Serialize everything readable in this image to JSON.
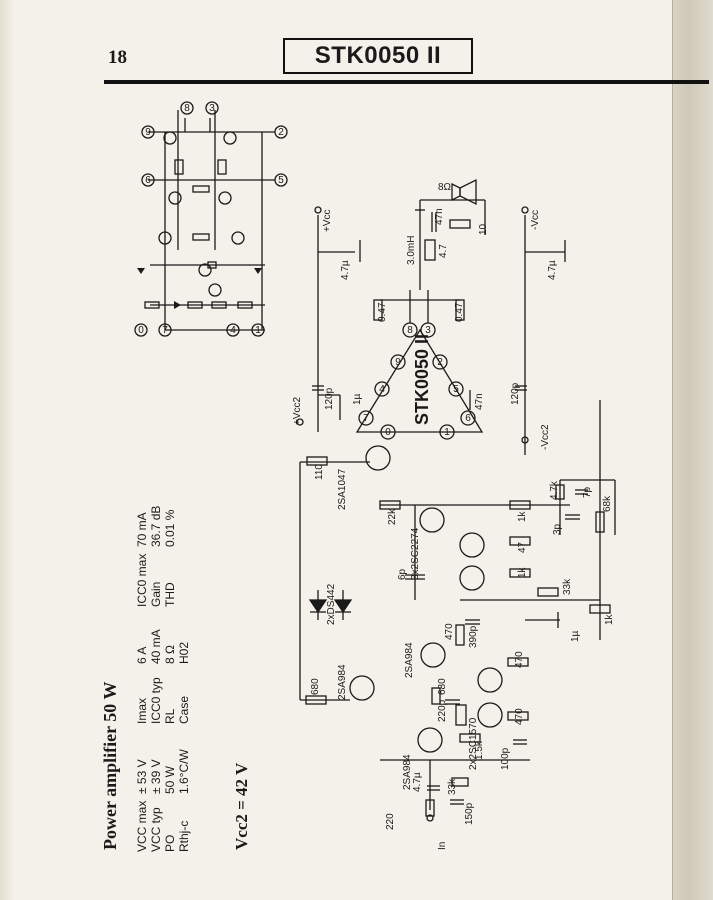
{
  "page": {
    "number": "18",
    "title": "STK0050 II"
  },
  "heading": "Power amplifier  50 W",
  "specs": [
    {
      "label": "VCC max",
      "value": "± 53 V"
    },
    {
      "label": "VCC typ",
      "value": "± 39 V"
    },
    {
      "label": "PO",
      "value": "50 W"
    },
    {
      "label": "Rthj-c",
      "value": "1.6°C/W"
    },
    {
      "label": "Imax",
      "value": "6 A"
    },
    {
      "label": "ICC0 typ",
      "value": "40 mA"
    },
    {
      "label": "RL",
      "value": "8 Ω"
    },
    {
      "label": "Case",
      "value": "H02"
    },
    {
      "label": "ICC0 max",
      "value": "70 mA"
    },
    {
      "label": "Gain",
      "value": "36.7 dB"
    },
    {
      "label": "THD",
      "value": "0.01 %"
    }
  ],
  "vcc2_note": "Vcc2 = 42 V",
  "schematic": {
    "ic_label": "STK0050 II",
    "pins": [
      "0",
      "1",
      "2",
      "3",
      "4",
      "5",
      "6",
      "7",
      "8",
      "9"
    ],
    "rails": {
      "vcc": "+Vcc",
      "neg_vcc": "-Vcc",
      "vcc2": "+Vcc2",
      "neg_vcc2": "-Vcc2"
    },
    "input_label": "In",
    "transistors": [
      "2SA984",
      "2SA984",
      "2SA984",
      "2SA1047",
      "2x2SC1570",
      "3x2SC2274"
    ],
    "diodes": "2xDS442",
    "components": [
      "220",
      "4.7µ",
      "33k",
      "150p",
      "680",
      "220p",
      "680",
      "470",
      "390p",
      "1.5k",
      "100p",
      "470",
      "470",
      "110",
      "22k",
      "6p",
      "1k",
      "47",
      "1k",
      "33k",
      "1µ",
      "1k",
      "3p",
      "4.7k",
      "7p",
      "68k",
      "120p",
      "1µ",
      "4.7µ",
      "120p",
      "47n",
      "0.47",
      "0.47",
      "3.0mH",
      "4.7",
      "47n",
      "10",
      "8Ω",
      "4.7µ"
    ]
  }
}
